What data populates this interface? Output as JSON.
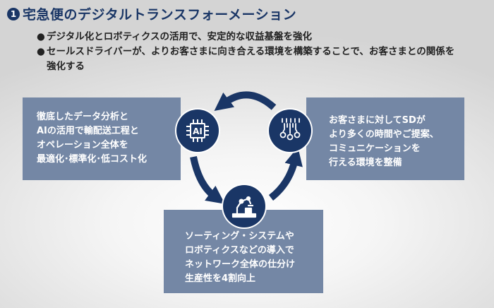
{
  "title": {
    "number": "1",
    "text": "宅急便のデジタルトランスフォーメーション"
  },
  "bullets": {
    "marker": "●",
    "items": [
      "デジタル化とロボティクスの活用で、安定的な収益基盤を強化",
      "セールスドライバーが、よりお客さまに向き合える環境を構築することで、お客さまとの関係を強化する"
    ]
  },
  "boxes": {
    "left": {
      "lines": [
        "徹底したデータ分析と",
        "AIの活用で輸配送工程と",
        "オペレーション全体を",
        "最適化･標準化･低コスト化"
      ]
    },
    "right": {
      "lines": [
        "お客さまに対してSDが",
        "より多くの時間やご提案、",
        "コミュニケーションを",
        "行える環境を整備"
      ]
    },
    "bottom": {
      "lines": [
        "ソーティング・システムや",
        "ロボティクスなどの導入で",
        "ネットワーク全体の仕分け",
        "生産性を4割向上"
      ]
    }
  },
  "icons": {
    "ai": {
      "label": "AI",
      "name": "ai-chip-icon"
    },
    "network": {
      "name": "network-nodes-icon"
    },
    "robot": {
      "name": "robot-arm-icon"
    }
  },
  "colors": {
    "navy": "#1a3666",
    "box_fill": "#7487a5",
    "text": "#222222"
  }
}
